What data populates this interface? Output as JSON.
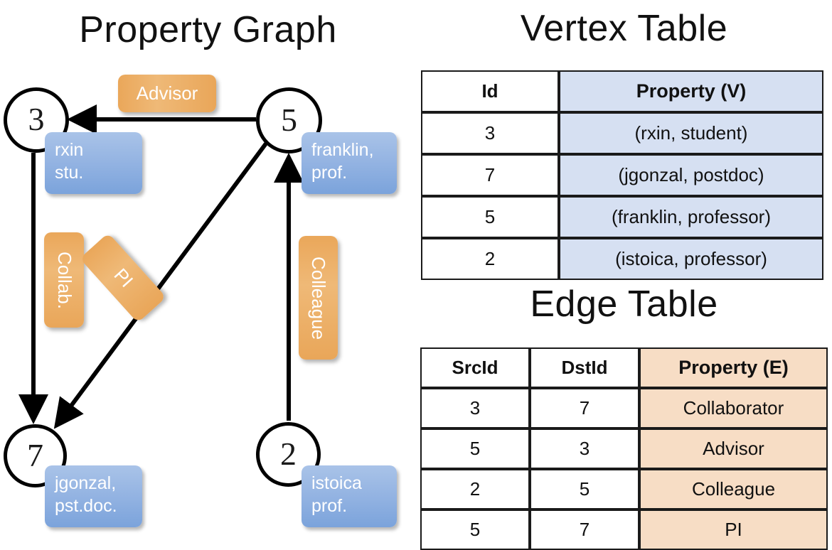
{
  "titles": {
    "graph": "Property Graph",
    "vertex_table": "Vertex Table",
    "edge_table": "Edge Table"
  },
  "graph": {
    "nodes": [
      {
        "id": "3",
        "property_line1": "rxin",
        "property_line2": "stu."
      },
      {
        "id": "5",
        "property_line1": "franklin,",
        "property_line2": "prof."
      },
      {
        "id": "7",
        "property_line1": "jgonzal,",
        "property_line2": "pst.doc."
      },
      {
        "id": "2",
        "property_line1": "istoica",
        "property_line2": "prof."
      }
    ],
    "edge_labels": [
      {
        "name": "advisor",
        "text": "Advisor"
      },
      {
        "name": "collab",
        "text": "Collab."
      },
      {
        "name": "pi",
        "text": "PI"
      },
      {
        "name": "colleague",
        "text": "Colleague"
      }
    ]
  },
  "vertex_table": {
    "headers": [
      "Id",
      "Property (V)"
    ],
    "rows": [
      {
        "id": "3",
        "property": "(rxin, student)"
      },
      {
        "id": "7",
        "property": "(jgonzal, postdoc)"
      },
      {
        "id": "5",
        "property": "(franklin, professor)"
      },
      {
        "id": "2",
        "property": "(istoica, professor)"
      }
    ]
  },
  "edge_table": {
    "headers": [
      "SrcId",
      "DstId",
      "Property (E)"
    ],
    "rows": [
      {
        "src": "3",
        "dst": "7",
        "property": "Collaborator"
      },
      {
        "src": "5",
        "dst": "3",
        "property": "Advisor"
      },
      {
        "src": "2",
        "dst": "5",
        "property": "Colleague"
      },
      {
        "src": "5",
        "dst": "7",
        "property": "PI"
      }
    ]
  },
  "colors": {
    "vertex_property_fill": "#D6E0F2",
    "edge_property_fill": "#F7DDC5",
    "node_tag_blue": "#93B3E2",
    "edge_tag_orange": "#EAA75A",
    "line": "#000000"
  }
}
